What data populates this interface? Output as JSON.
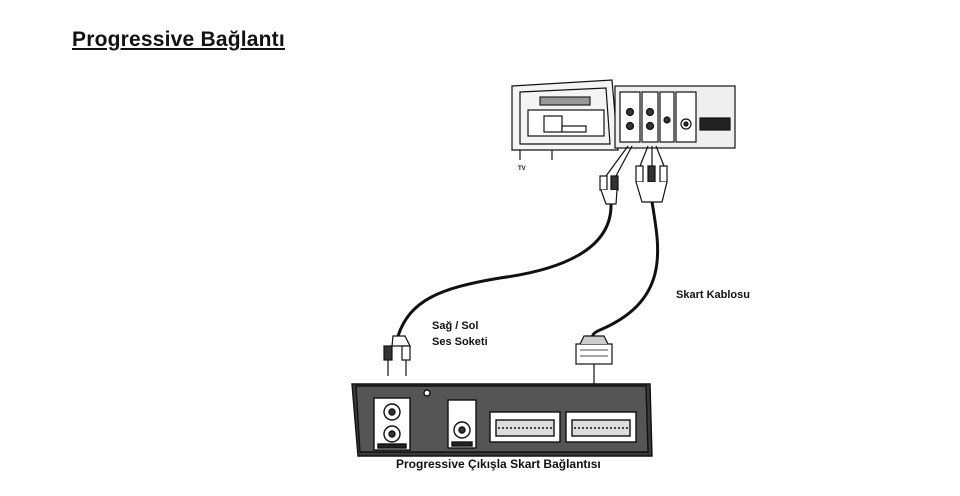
{
  "title": "Progressive Bağlantı",
  "labels": {
    "audio_line1": "Sağ / Sol",
    "audio_line2": "Ses Soketi",
    "scart_cable": "Skart Kablosu"
  },
  "caption": "Progressive Çıkışla Skart Bağlantısı",
  "tv": {
    "label": "TV"
  }
}
